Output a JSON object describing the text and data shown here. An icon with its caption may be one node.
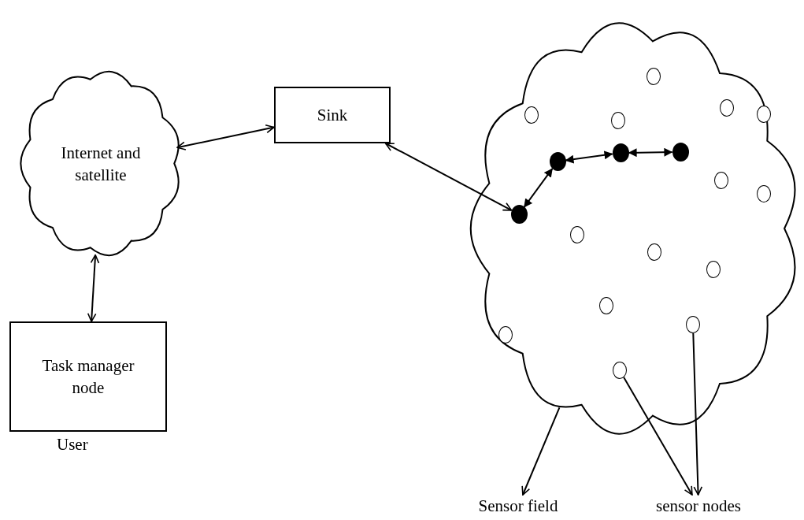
{
  "diagram": {
    "nodes": [
      {
        "text": [
          "Internet and satellite"
        ]
      },
      {
        "text": [
          "Sink"
        ]
      },
      {
        "text": [
          "Task manager node"
        ],
        "beside": [
          "User"
        ]
      },
      {
        "text": [],
        "shape": "cloud"
      },
      {
        "text": [],
        "shape": "circle",
        "in": 3
      },
      {
        "text": [],
        "shape": "dot",
        "in": 3
      },
      {
        "text": [],
        "shape": "circle",
        "in": 3
      },
      {
        "text": [],
        "shape": "dot",
        "in": 3
      },
      {
        "text": [],
        "shape": "circle",
        "in": 3
      },
      {
        "text": [],
        "shape": "circle",
        "in": 3
      },
      {
        "text": [],
        "shape": "circle",
        "in": 3
      },
      {
        "text": [],
        "shape": "circle",
        "in": 3
      },
      {
        "text": [],
        "shape": "dot",
        "in": 3
      },
      {
        "text": [],
        "shape": "circle",
        "in": 3
      },
      {
        "text": [],
        "shape": "circle",
        "in": 3
      },
      {
        "text": [],
        "shape": "dot",
        "in": 3
      },
      {
        "text": [],
        "shape": "circle",
        "in": 3
      },
      {
        "text": [],
        "shape": "circle",
        "in": 3
      },
      {
        "text": [],
        "shape": "circle",
        "in": 3
      },
      {
        "text": [],
        "shape": "circle",
        "in": 3
      },
      {
        "text": [],
        "shape": "circle",
        "in": 3
      },
      {
        "text": [],
        "shape": "circle",
        "in": 3
      },
      {
        "text": [
          "Sensor field"
        ]
      },
      {
        "text": [
          "sensor nodes"
        ]
      }
    ],
    "edges": [
      {
        "from": 0,
        "to": 1,
        "arrow": "both"
      },
      {
        "from": 0,
        "to": 2,
        "arrow": "both"
      },
      {
        "from": 1,
        "to": 5,
        "arrow": "both"
      },
      {
        "from": 5,
        "to": 7,
        "arrow": "both"
      },
      {
        "from": 7,
        "to": 12,
        "arrow": "both"
      },
      {
        "from": 12,
        "to": 15,
        "arrow": "both"
      },
      {
        "from": 3,
        "to": 22,
        "arrow": "to"
      },
      {
        "from": 11,
        "to": 23,
        "arrow": "to"
      },
      {
        "from": 16,
        "to": 23,
        "arrow": "to"
      }
    ]
  }
}
